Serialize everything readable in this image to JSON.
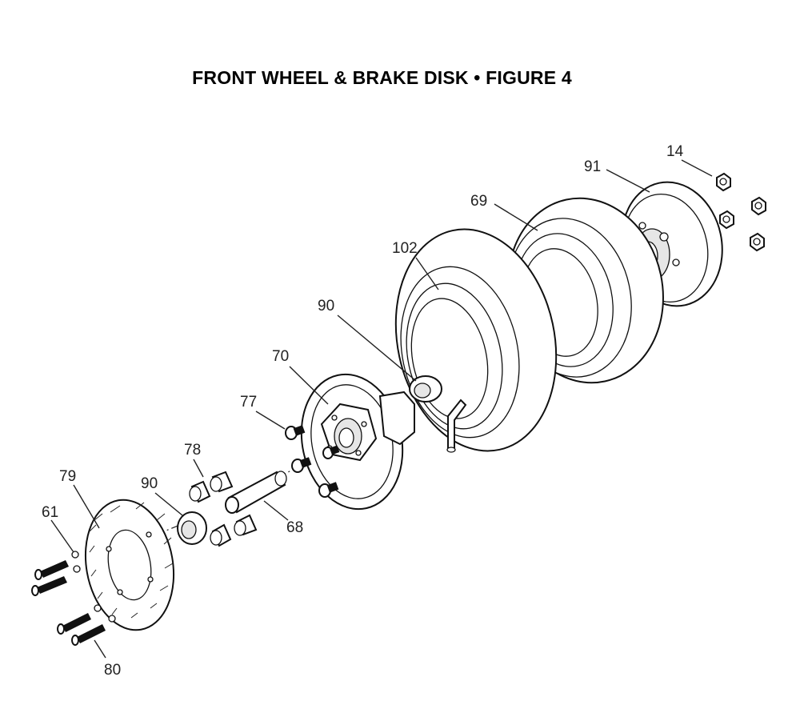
{
  "title": "FRONT WHEEL & BRAKE DISK  •  FIGURE 4",
  "callouts": {
    "p14": "14",
    "p91": "91",
    "p69": "69",
    "p102": "102",
    "p90_top": "90",
    "p70": "70",
    "p77": "77",
    "p78": "78",
    "p79": "79",
    "p90_bottom": "90",
    "p61": "61",
    "p68": "68",
    "p80": "80"
  },
  "icons": [
    "hex-nut-icon",
    "bolt-icon",
    "wheel-rim-icon",
    "tire-icon",
    "brake-disk-icon",
    "hub-icon",
    "spacer-icon",
    "bearing-icon",
    "axle-icon",
    "valve-stem-icon",
    "washer-icon"
  ]
}
